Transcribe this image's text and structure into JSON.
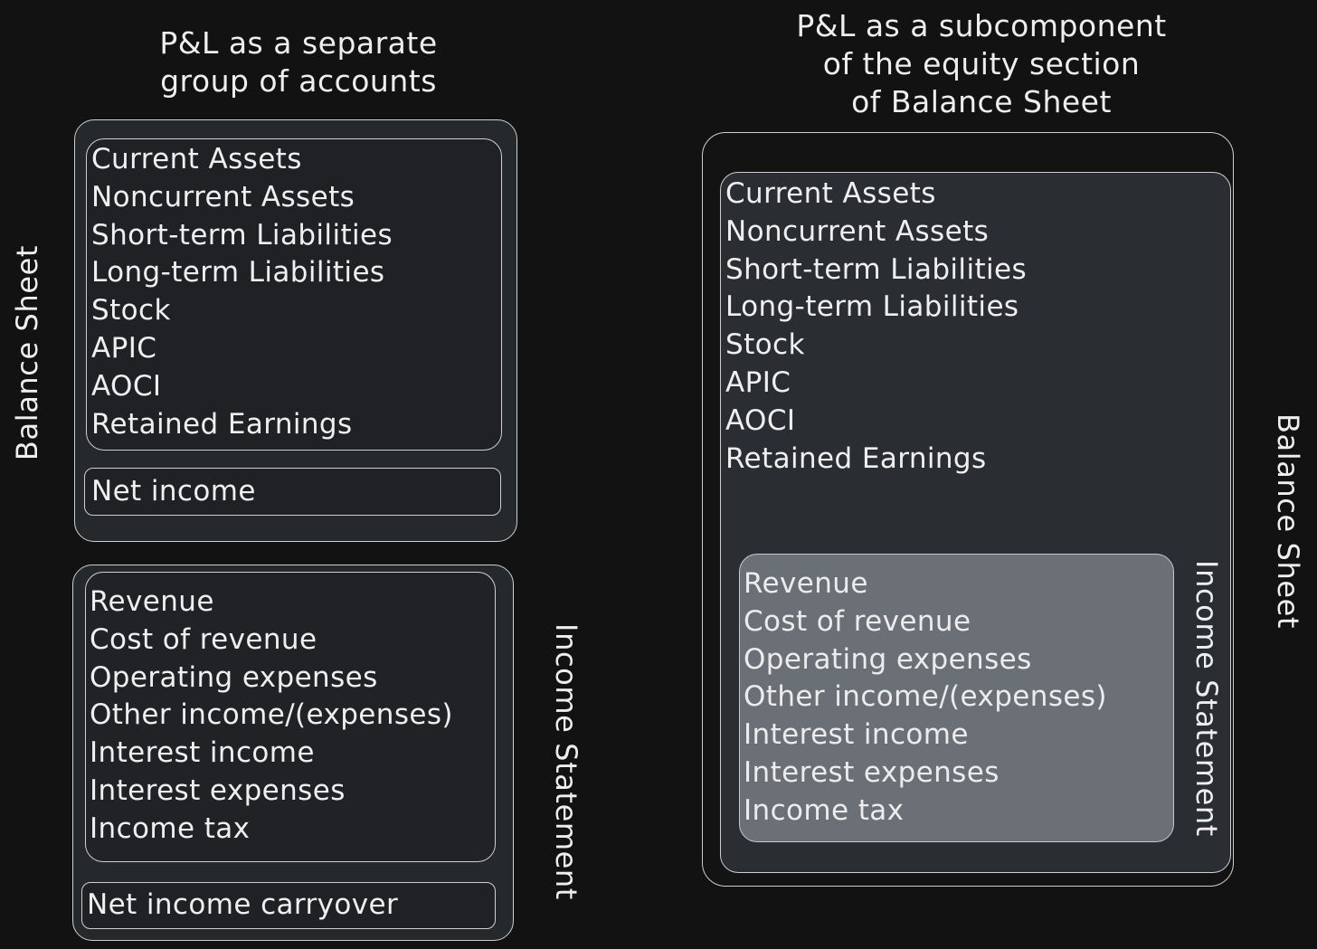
{
  "left": {
    "title_lines": [
      "P&L as a separate",
      "group of accounts"
    ],
    "balance_label": "Balance Sheet",
    "income_label": "Income Statement",
    "balance_items": [
      "Current Assets",
      "Noncurrent Assets",
      "Short-term Liabilities",
      "Long-term Liabilities",
      "Stock",
      "APIC",
      "AOCI",
      "Retained Earnings"
    ],
    "net_income": "Net income",
    "income_items": [
      "Revenue",
      "Cost of revenue",
      "Operating expenses",
      "Other income/(expenses)",
      "Interest income",
      "Interest expenses",
      "Income tax"
    ],
    "carryover": "Net income carryover"
  },
  "right": {
    "title_lines": [
      "P&L as a subcomponent",
      "of the equity section",
      "of Balance Sheet"
    ],
    "balance_label": "Balance Sheet",
    "income_label": "Income Statement",
    "balance_items": [
      "Current Assets",
      "Noncurrent Assets",
      "Short-term Liabilities",
      "Long-term Liabilities",
      "Stock",
      "APIC",
      "AOCI",
      "Retained Earnings"
    ],
    "income_items": [
      "Revenue",
      "Cost of revenue",
      "Operating expenses",
      "Other income/(expenses)",
      "Interest income",
      "Interest expenses",
      "Income tax"
    ]
  },
  "colors": {
    "background": "#121212",
    "outer_box": "#26292c",
    "inner_box": "#1f2124",
    "income_box_left": "#202225",
    "equity_box_right": "#2a2d31",
    "income_box_right": "#6b7077",
    "stroke": "#cfcfcf"
  }
}
